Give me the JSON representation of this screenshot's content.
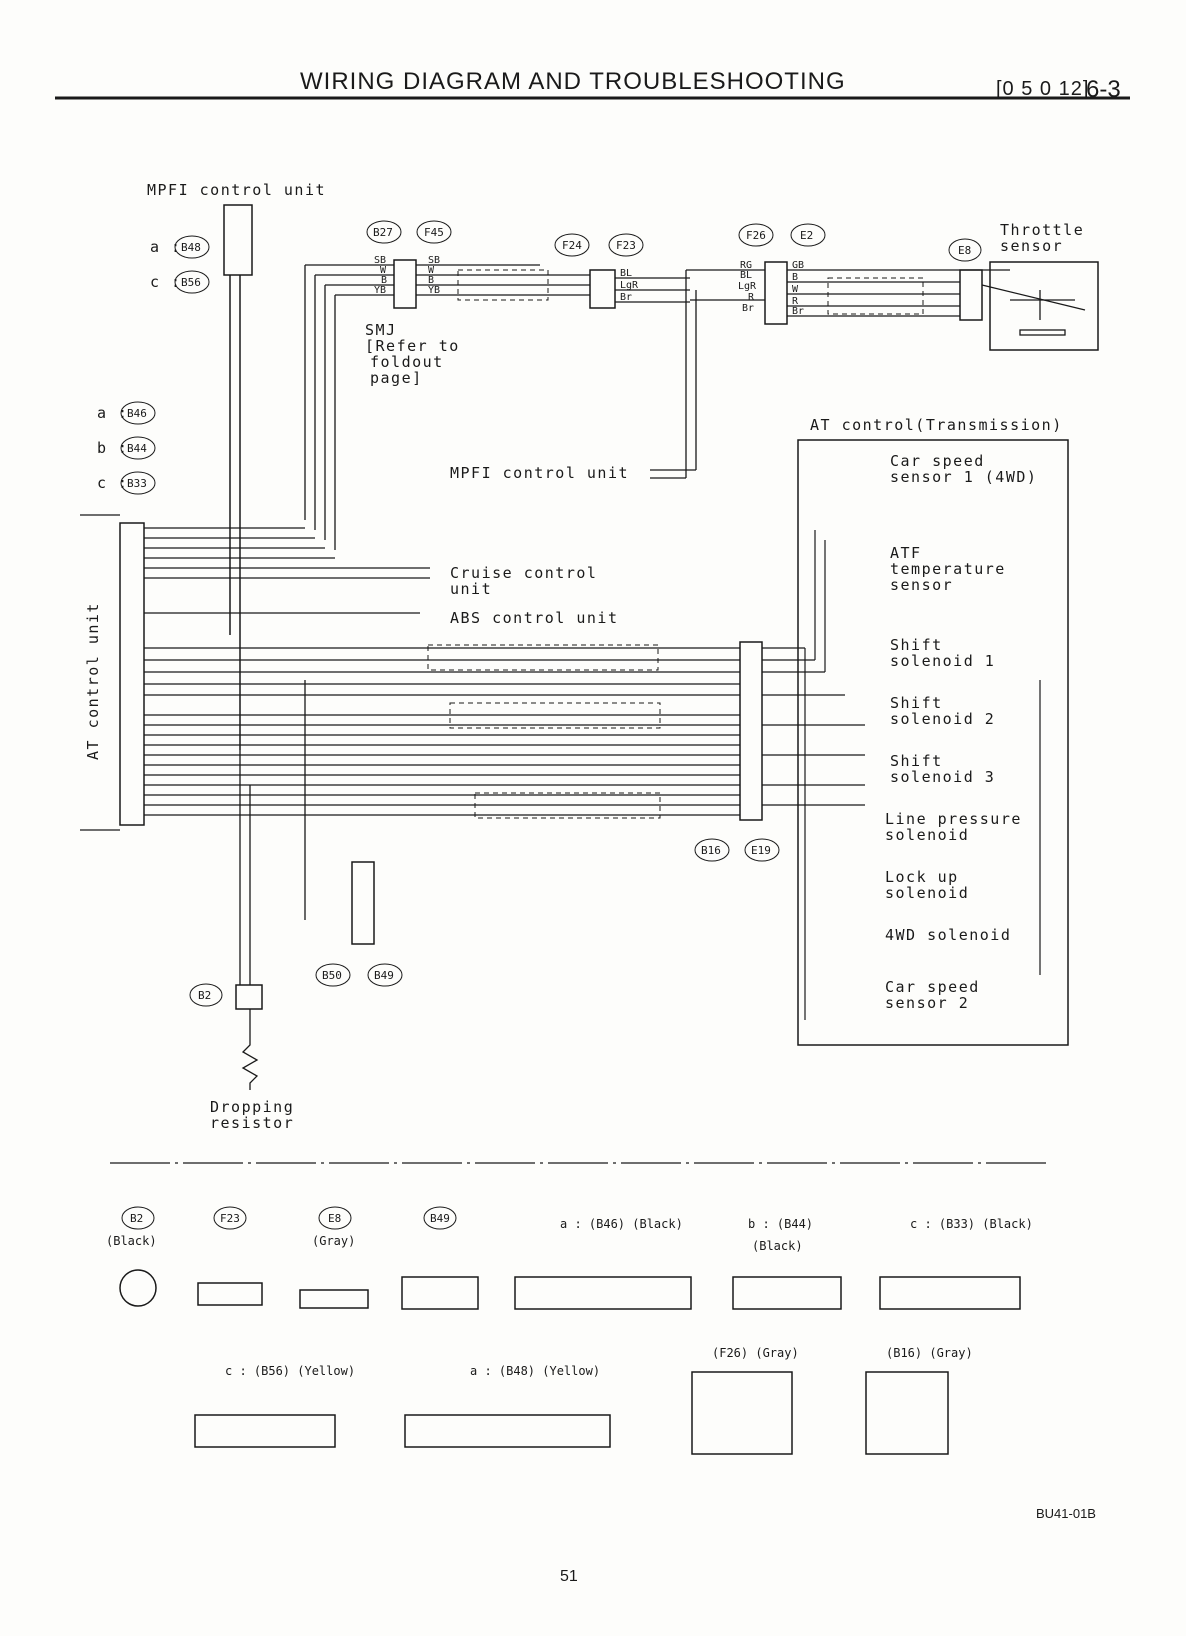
{
  "header": {
    "title": "WIRING DIAGRAM AND TROUBLESHOOTING",
    "code": "[0 5 0 12]",
    "section": "6-3"
  },
  "labels": {
    "mpfi_top": "MPFI control unit",
    "mpfi_mid": "MPFI control unit",
    "throttle_1": "Throttle",
    "throttle_2": "sensor",
    "smj_1": "SMJ",
    "smj_2": "[Refer to",
    "smj_3": "foldout",
    "smj_4": "page]",
    "cruise_1": "Cruise control",
    "cruise_2": "unit",
    "abs": "ABS control unit",
    "at_control_unit": "AT control unit",
    "at_transmission": "AT control(Transmission)",
    "car_speed1_1": "Car speed",
    "car_speed1_2": "sensor 1 (4WD)",
    "atf_1": "ATF",
    "atf_2": "temperature",
    "atf_3": "sensor",
    "shift1_1": "Shift",
    "shift1_2": "solenoid 1",
    "shift2_1": "Shift",
    "shift2_2": "solenoid 2",
    "shift3_1": "Shift",
    "shift3_2": "solenoid 3",
    "line_1": "Line pressure",
    "line_2": "solenoid",
    "lockup_1": "Lock up",
    "lockup_2": "solenoid",
    "wd4": "4WD solenoid",
    "car_speed2_1": "Car speed",
    "car_speed2_2": "sensor 2",
    "dropping_1": "Dropping",
    "dropping_2": "resistor",
    "a_prefix": "a :",
    "b_prefix": "b :",
    "c_prefix": "c :"
  },
  "connector_tags": {
    "B48": "B48",
    "B56": "B56",
    "B27": "B27",
    "F45": "F45",
    "F24": "F24",
    "F23": "F23",
    "F26": "F26",
    "E2": "E2",
    "E8": "E8",
    "B46": "B46",
    "B44": "B44",
    "B33": "B33",
    "B16": "B16",
    "E19": "E19",
    "B2": "B2",
    "B50": "B50",
    "B49": "B49"
  },
  "legend": {
    "b2_label": "(Black)",
    "e8_label": "(Gray)",
    "b46_label": "a : (B46) (Black)",
    "b44_label": "b : (B44)",
    "b44_sub": "(Black)",
    "b33_label": "c : (B33) (Black)",
    "b56_label": "c : (B56) (Yellow)",
    "b48_label": "a : (B48) (Yellow)",
    "f26_label": "(F26) (Gray)",
    "b16_label": "(B16) (Gray)"
  },
  "footer": {
    "figure_code": "BU41-01B",
    "page_number": "51"
  }
}
